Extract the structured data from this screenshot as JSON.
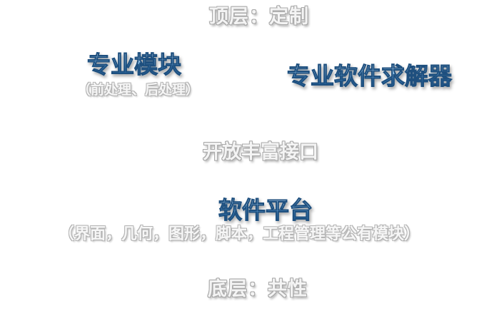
{
  "layers": {
    "top": "顶层：定制",
    "modules": {
      "title": "专业模块",
      "subtitle": "（前处理、后处理）"
    },
    "solver": {
      "title": "专业软件求解器"
    },
    "interface": "开放丰富接口",
    "platform": {
      "title": "软件平台",
      "subtitle": "（界面，几何，图形，脚本，工程管理等公有模块）"
    },
    "bottom": "底层：共性"
  },
  "colors": {
    "title_blue": "#3f86c4",
    "title_outline": "#1e4f7e",
    "caption_outline": "#a9a9a9",
    "background": "#ffffff"
  }
}
